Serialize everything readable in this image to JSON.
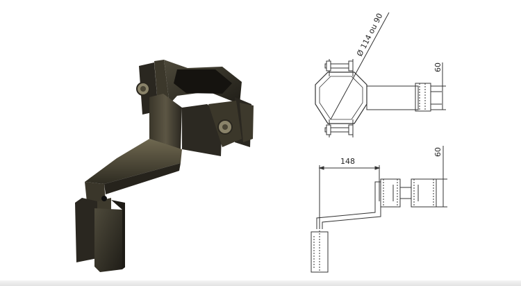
{
  "drawing": {
    "diameter_label": "Ø 114 ou 90",
    "top_view_height": "60",
    "front_view_width": "148",
    "front_view_height": "60"
  },
  "colors": {
    "metal_dark": "#2b2820",
    "metal_mid": "#4a4536",
    "metal_light": "#7a735c",
    "line": "#333333"
  }
}
